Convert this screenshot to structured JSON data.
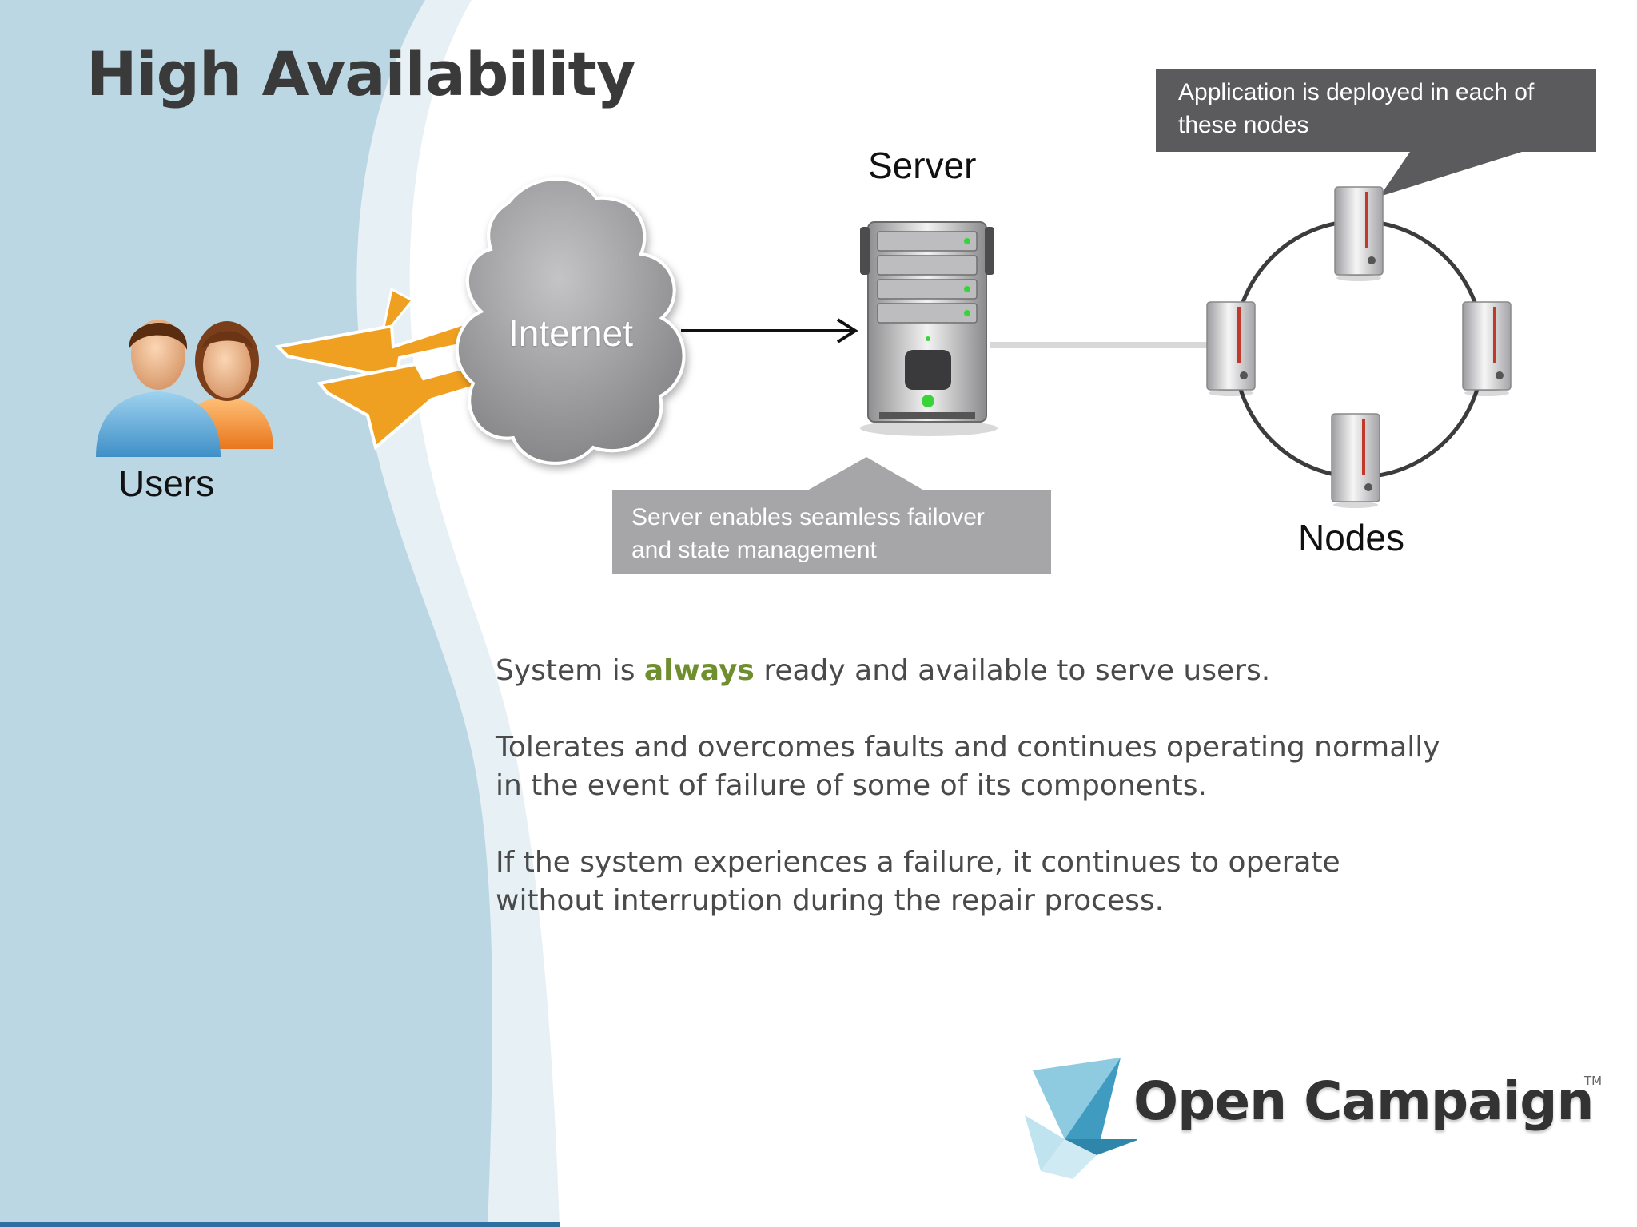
{
  "slide": {
    "title": "High Availability",
    "labels": {
      "server": "Server",
      "nodes": "Nodes",
      "users": "Users",
      "internet": "Internet"
    },
    "callouts": {
      "nodes_line1": "Application is deployed in each of",
      "nodes_line2": "these nodes",
      "server_line1": "Server enables seamless failover",
      "server_line2": "and state management"
    },
    "body": {
      "p1_before": "System is ",
      "p1_highlight": "always",
      "p1_after": " ready and available to serve users.",
      "p2_line1": "Tolerates and overcomes faults and continues operating normally",
      "p2_line2": "in the event of failure of some of its components.",
      "p3_line1": "If the system experiences a failure, it continues to operate",
      "p3_line2": "without  interruption during the repair process."
    },
    "logo": {
      "name": "Open Campaign",
      "tm": "TM"
    },
    "colors": {
      "background_wave": "#bcd7e4",
      "background_wave_light": "#e6f0f5",
      "callout_dark": "#5b5b5d",
      "callout_light": "#a6a6a8",
      "lightning": "#f0a020",
      "highlight": "#6f8f2e",
      "logo_blue": "#4aa3c4"
    },
    "icons": [
      "users-icon",
      "internet-cloud-icon",
      "lightning-icon",
      "server-icon",
      "node-icon",
      "arrow-right-icon"
    ]
  }
}
